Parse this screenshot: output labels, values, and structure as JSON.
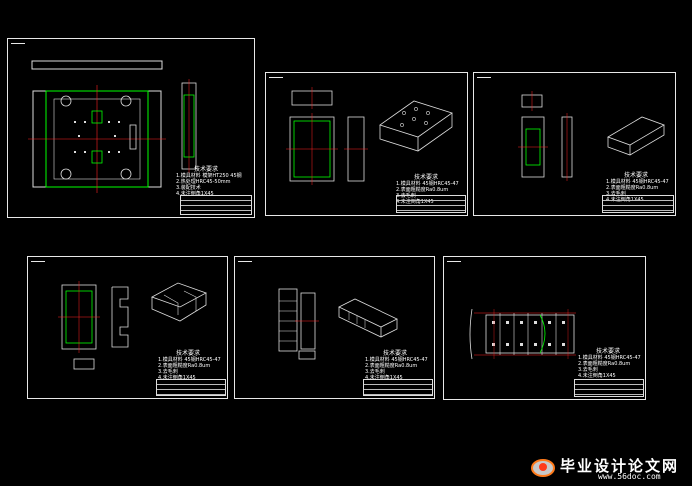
{
  "sheets": [
    {
      "id": "assembly",
      "note_title": "技术要求",
      "note_lines": [
        "1.模具材料 模架HT250 45钢",
        "2.热处理HRC45-50mm",
        "3.装配技术",
        "4.未注倒角1X45"
      ]
    },
    {
      "id": "part-1",
      "note_title": "技术要求",
      "note_lines": [
        "1.模具材料 45钢HRC45-47",
        "2.表面粗糙度Ra0.8um",
        "3.去毛刺",
        "4.未注倒角1X45"
      ]
    },
    {
      "id": "part-2",
      "note_title": "技术要求",
      "note_lines": [
        "1.模具材料 45钢HRC45-47",
        "2.表面粗糙度Ra0.8um",
        "3.去毛刺",
        "4.未注倒角1X45"
      ]
    },
    {
      "id": "part-3",
      "note_title": "技术要求",
      "note_lines": [
        "1.模具材料 45钢HRC45-47",
        "2.表面粗糙度Ra0.8um",
        "3.去毛刺",
        "4.未注倒角1X45"
      ]
    },
    {
      "id": "part-4",
      "note_title": "技术要求",
      "note_lines": [
        "1.模具材料 45钢HRC45-47",
        "2.表面粗糙度Ra0.8um",
        "3.去毛刺",
        "4.未注倒角1X45"
      ]
    },
    {
      "id": "strip-layout",
      "note_title": "技术要求",
      "note_lines": [
        "1.模具材料 45钢HRC45-47",
        "2.表面粗糙度Ra0.8um",
        "3.去毛刺",
        "4.未注倒角1X45"
      ]
    }
  ],
  "watermark": {
    "title": "毕业设计论文网",
    "url": "www.56doc.com"
  },
  "colors": {
    "background": "#000000",
    "outline": "#e8e8e8",
    "green": "#00ff00",
    "red": "#ff2020",
    "white": "#ffffff"
  }
}
